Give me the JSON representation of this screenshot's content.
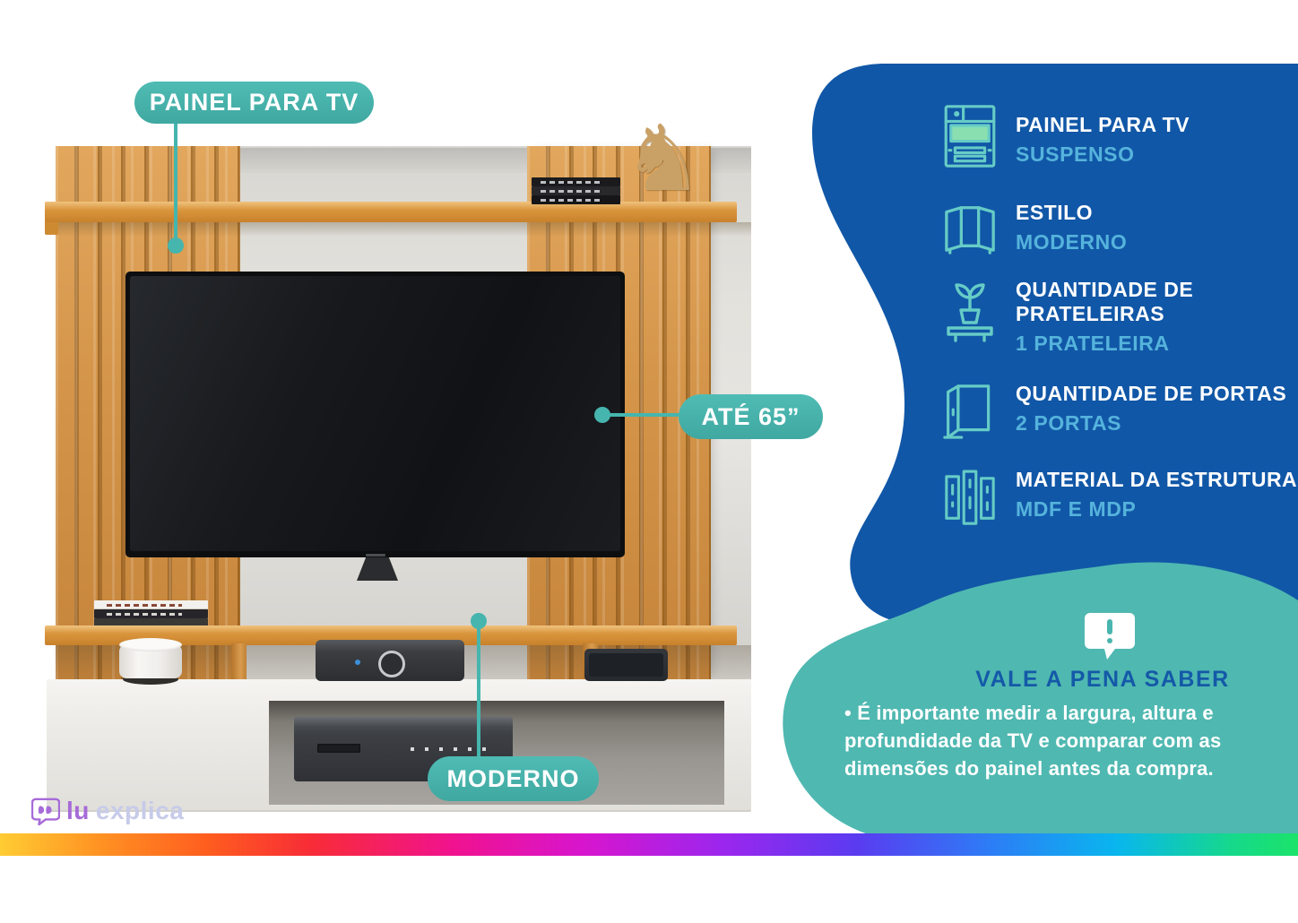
{
  "colors": {
    "brand_blue": "#1157A7",
    "accent_teal": "#45B5AE",
    "value_blue": "#55B3DC",
    "icon_teal": "#66CCC6",
    "icon_mint_fill": "#8ADFB0",
    "wood": "#D4954A"
  },
  "callouts": {
    "panel_label": "PAINEL PARA TV",
    "size_label": "ATÉ 65”",
    "style_label": "MODERNO"
  },
  "features": {
    "items": [
      {
        "icon": "tv-panel-icon",
        "label": "PAINEL PARA TV",
        "value": "SUSPENSO"
      },
      {
        "icon": "room-divider-icon",
        "label": "ESTILO",
        "value": "MODERNO"
      },
      {
        "icon": "plant-shelf-icon",
        "label": "QUANTIDADE DE PRATELEIRAS",
        "value": "1 PRATELEIRA"
      },
      {
        "icon": "open-door-icon",
        "label": "QUANTIDADE DE PORTAS",
        "value": "2 PORTAS"
      },
      {
        "icon": "wood-planks-icon",
        "label": "MATERIAL DA ESTRUTURA",
        "value": "MDF E MDP"
      }
    ]
  },
  "tip": {
    "icon": "exclamation-bubble-icon",
    "title": "VALE A PENA SABER",
    "body": "• É importante medir a largura, altura e profundidade da TV e comparar com as dimensões do painel antes da compra."
  },
  "brand": {
    "icon": "speech-bubble-quote-icon",
    "name_bold": "lu",
    "name_light": "explica"
  },
  "decor": {
    "horse_glyph": "♞"
  }
}
